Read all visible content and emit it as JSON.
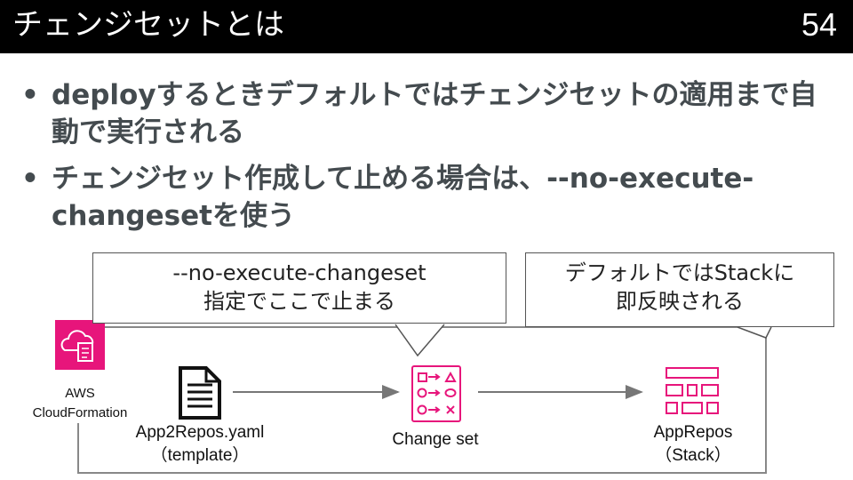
{
  "header": {
    "title": "チェンジセットとは",
    "page_number": "54"
  },
  "bullets": [
    {
      "marker": "•",
      "text": "deployするときデフォルトではチェンジセットの適用まで自動で実行される"
    },
    {
      "marker": "•",
      "text": "チェンジセット作成して止める場合は、--no-execute-changesetを使う"
    }
  ],
  "diagram": {
    "callout_left": {
      "line1": "--no-execute-changeset",
      "line2": "指定でここで止まる"
    },
    "callout_right": {
      "line1": "デフォルトではStackに",
      "line2": "即反映される"
    },
    "cloudformation": {
      "line1": "AWS",
      "line2": "CloudFormation",
      "icon": "cloudformation-icon",
      "color": "#e7157b"
    },
    "template": {
      "line1": "App2Repos.yaml",
      "line2": "（template）",
      "icon": "document-icon"
    },
    "changeset": {
      "label": "Change set",
      "icon": "change-set-icon"
    },
    "stack": {
      "line1": "AppRepos",
      "line2": "（Stack）",
      "icon": "stack-icon"
    },
    "accent_color": "#e7157b"
  }
}
